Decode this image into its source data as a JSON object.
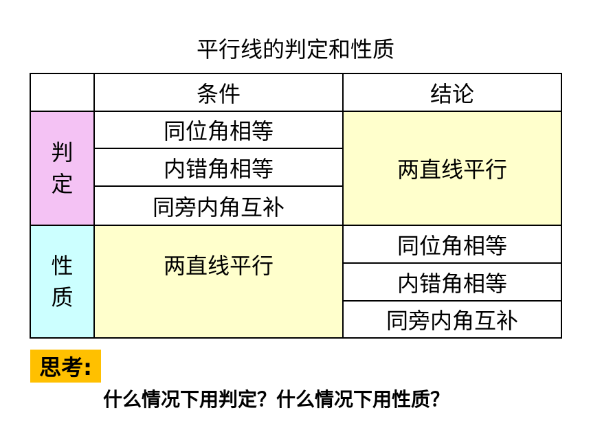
{
  "title": "平行线的判定和性质",
  "table": {
    "header": {
      "blank": "",
      "condition": "条件",
      "conclusion": "结论"
    },
    "judgment": {
      "label_chars": [
        "判",
        "定"
      ],
      "conditions": [
        "同位角相等",
        "内错角相等",
        "同旁内角互补"
      ],
      "conclusion": "两直线平行"
    },
    "property": {
      "label_chars": [
        "性",
        "质"
      ],
      "condition": "两直线平行",
      "conclusions": [
        "同位角相等",
        "内错角相等",
        "同旁内角互补"
      ]
    }
  },
  "think": {
    "label": "思考:",
    "question": "什么情况下用判定？什么情况下用性质？"
  },
  "colors": {
    "judgment_label_bg": "#f4c2f4",
    "property_label_bg": "#ccffff",
    "highlight_bg": "#ffffcc",
    "think_badge_bg": "#ffc000"
  }
}
